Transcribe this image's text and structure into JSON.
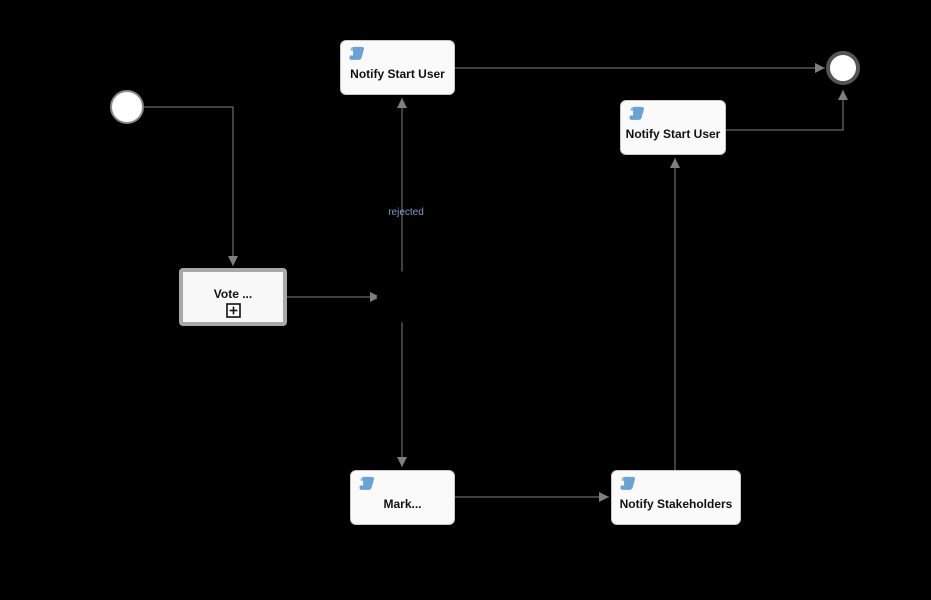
{
  "canvas": {
    "background": "#000000"
  },
  "colors": {
    "connector": "#7f7f7f",
    "node_fill": "#fafafa",
    "node_border": "#c8c8c8",
    "call_activity_border": "#a9a9a9",
    "start_event_border": "#888888",
    "end_event_border": "#555555",
    "script_icon_blue": "#69a2d3",
    "node_text": "#111111",
    "flow_label_blue": "#7e9cc6"
  },
  "icons": {
    "script_task": "scroll-icon",
    "collapsed_subprocess": "plus-marker"
  },
  "nodes": {
    "vote": {
      "label": "Vote ..."
    },
    "notify_start_user_top": {
      "label": "Notify Start User"
    },
    "notify_start_user_right": {
      "label": "Notify Start User"
    },
    "mark": {
      "label": "Mark..."
    },
    "notify_stakeholders": {
      "label": "Notify Stakeholders"
    }
  },
  "flows": {
    "rejected_label": "rejected"
  }
}
